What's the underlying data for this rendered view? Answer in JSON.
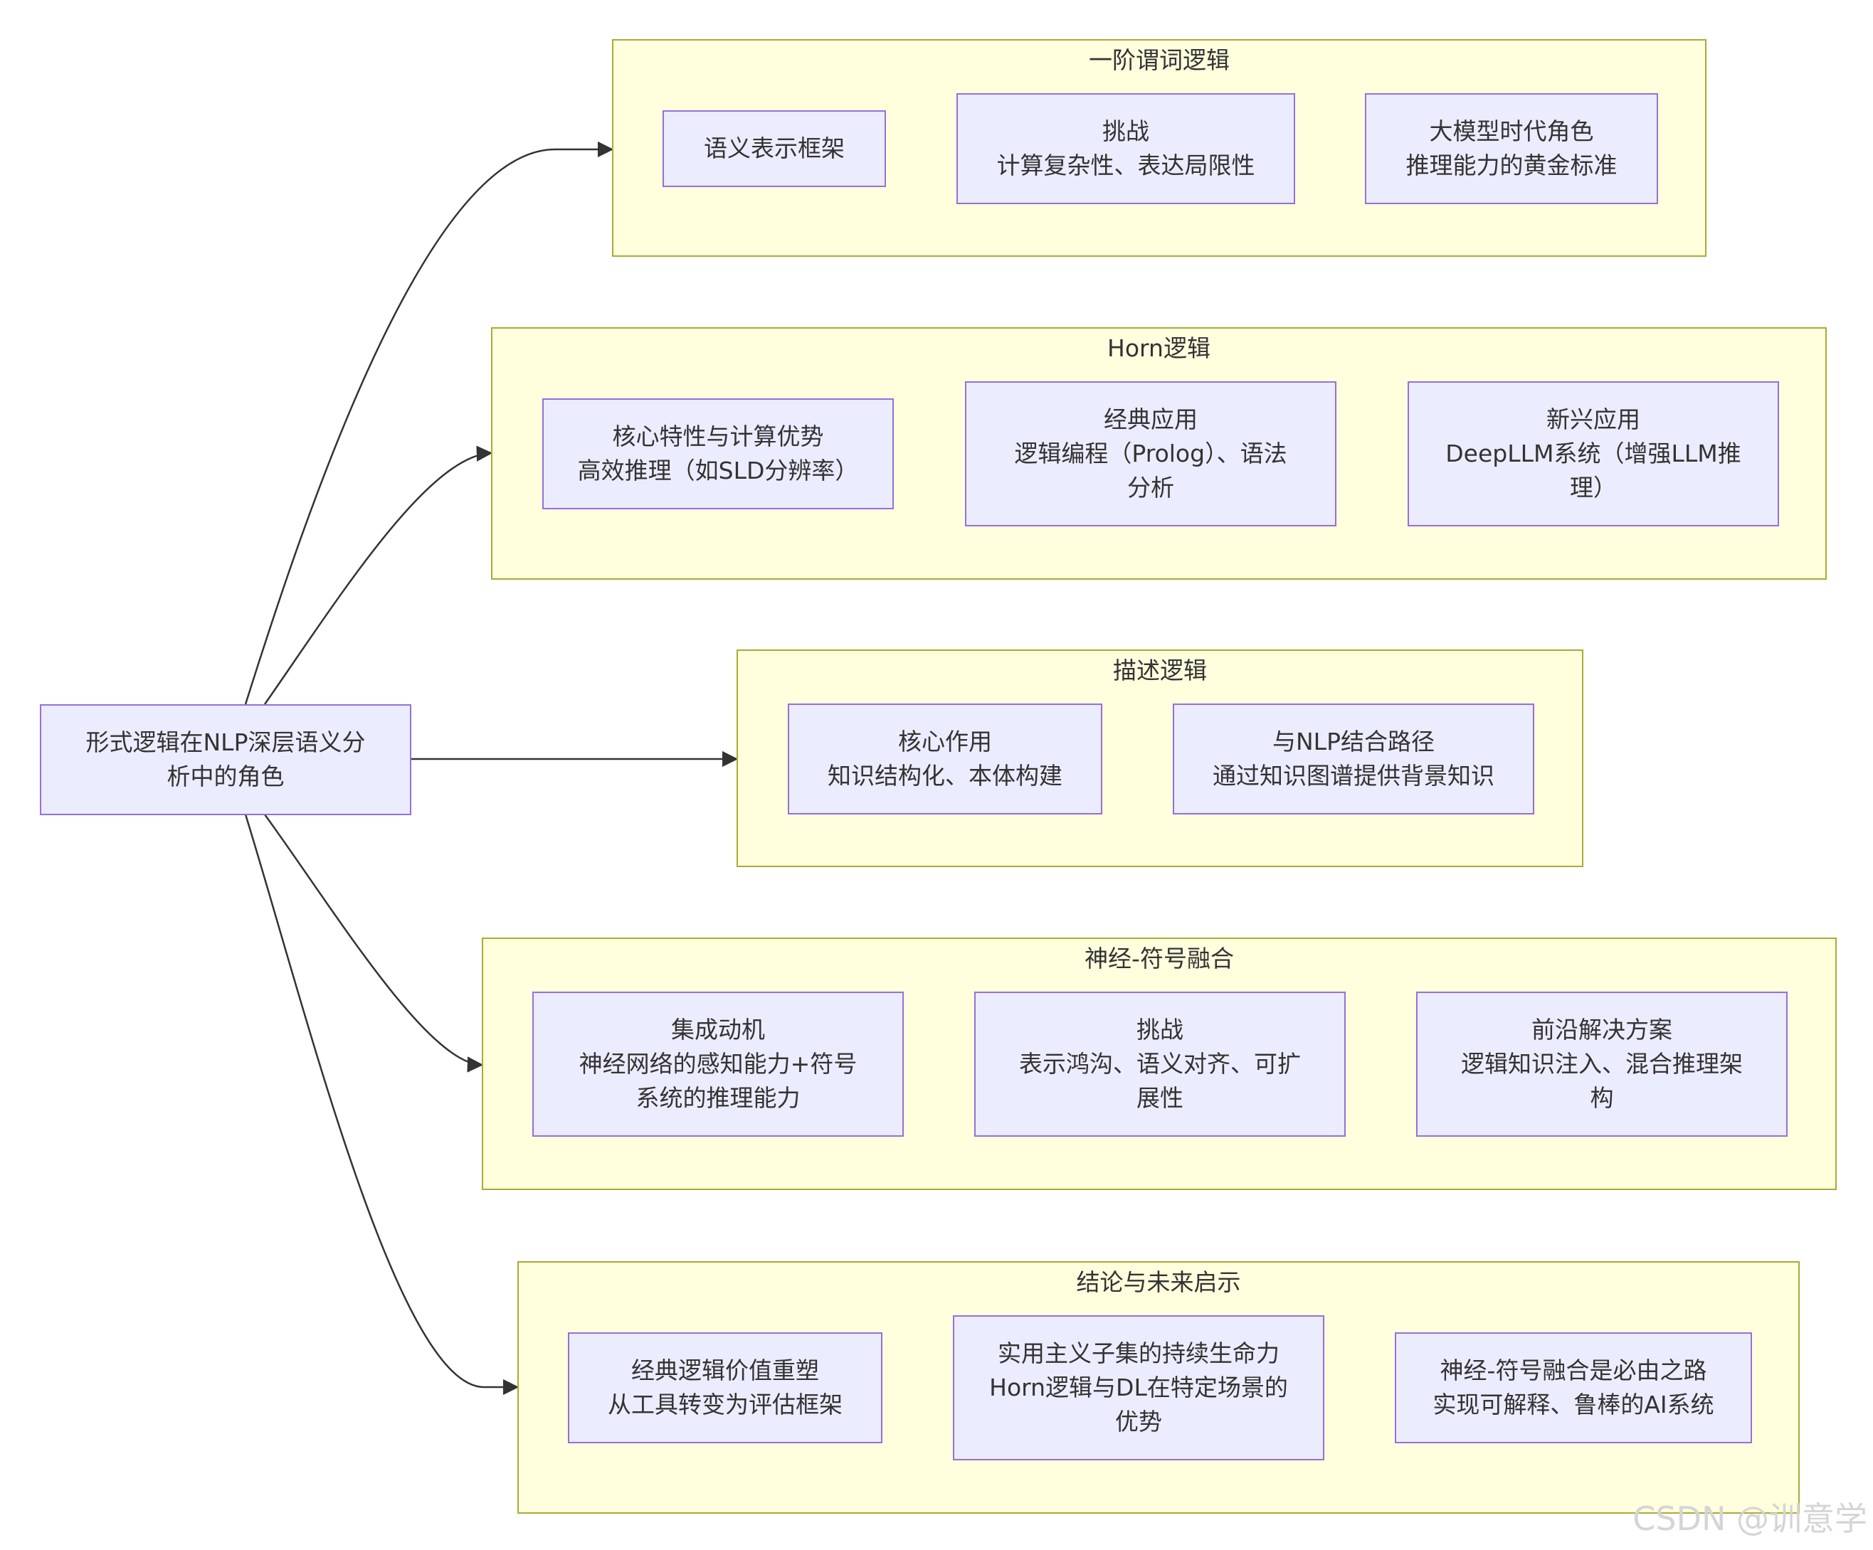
{
  "root": {
    "lines": [
      "形式逻辑在NLP深层语义分",
      "析中的角色"
    ]
  },
  "clusters": {
    "fol": {
      "title": "一阶谓词逻辑",
      "n1": [
        "语义表示框架"
      ],
      "n2": [
        "挑战",
        "计算复杂性、表达局限性"
      ],
      "n3": [
        "大模型时代角色",
        "推理能力的黄金标准"
      ]
    },
    "horn": {
      "title": "Horn逻辑",
      "n1": [
        "核心特性与计算优势",
        "高效推理（如SLD分辨率）"
      ],
      "n2": [
        "经典应用",
        "逻辑编程（Prolog）、语法",
        "分析"
      ],
      "n3": [
        "新兴应用",
        "DeepLLM系统（增强LLM推",
        "理）"
      ]
    },
    "dl": {
      "title": "描述逻辑",
      "n1": [
        "核心作用",
        "知识结构化、本体构建"
      ],
      "n2": [
        "与NLP结合路径",
        "通过知识图谱提供背景知识"
      ]
    },
    "ns": {
      "title": "神经-符号融合",
      "n1": [
        "集成动机",
        "神经网络的感知能力+符号",
        "系统的推理能力"
      ],
      "n2": [
        "挑战",
        "表示鸿沟、语义对齐、可扩",
        "展性"
      ],
      "n3": [
        "前沿解决方案",
        "逻辑知识注入、混合推理架",
        "构"
      ]
    },
    "concl": {
      "title": "结论与未来启示",
      "n1": [
        "经典逻辑价值重塑",
        "从工具转变为评估框架"
      ],
      "n2": [
        "实用主义子集的持续生命力",
        "Horn逻辑与DL在特定场景的",
        "优势"
      ],
      "n3": [
        "神经-符号融合是必由之路",
        "实现可解释、鲁棒的AI系统"
      ]
    }
  },
  "watermark": "CSDN @训意学",
  "colors": {
    "cluster_fill": "#ffffde",
    "cluster_border": "#aaaa33",
    "node_fill": "#ececff",
    "node_border": "#9370db",
    "edge": "#333333"
  }
}
